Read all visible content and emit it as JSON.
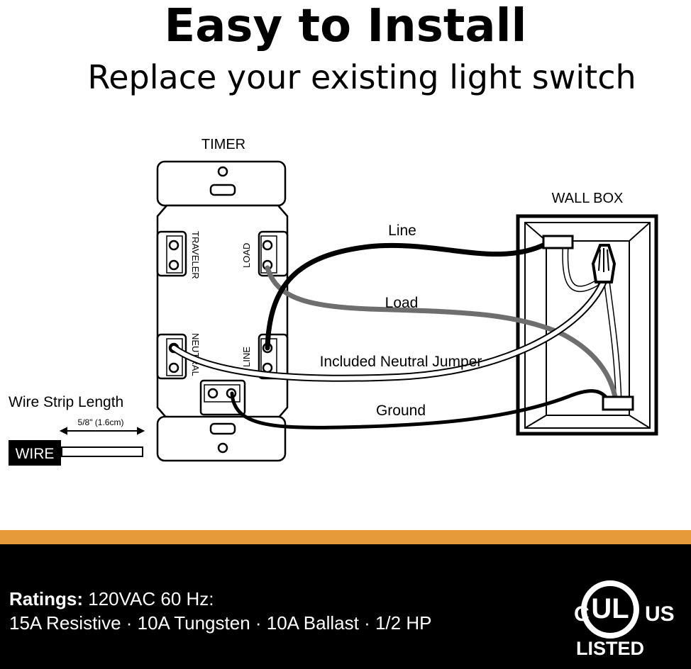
{
  "header": {
    "title": "Easy to Install",
    "subtitle": "Replace your existing light switch"
  },
  "diagram": {
    "timer_label": "TIMER",
    "wall_box_label": "WALL BOX",
    "terminals": {
      "traveler": "TRAVELER",
      "load": "LOAD",
      "neutral": "NEUTRAL",
      "line": "LINE"
    },
    "wires": {
      "line": "Line",
      "load": "Load",
      "neutral": "Included Neutral Jumper",
      "ground": "Ground"
    },
    "strip": {
      "title": "Wire Strip Length",
      "length": "5/8\" (1.6cm)",
      "wire": "WIRE"
    }
  },
  "footer": {
    "ratings_label": "Ratings:",
    "ratings_line1": "120VAC 60 Hz:",
    "ratings_line2": "15A Resistive · 10A Tungsten · 10A Ballast · 1/2 HP",
    "cert": {
      "c": "C",
      "ul": "UL",
      "us": "US",
      "listed": "LISTED"
    }
  },
  "colors": {
    "accent_band": "#e69a3a",
    "footer_bg": "#000000",
    "load_wire": "#6e6e6e"
  }
}
